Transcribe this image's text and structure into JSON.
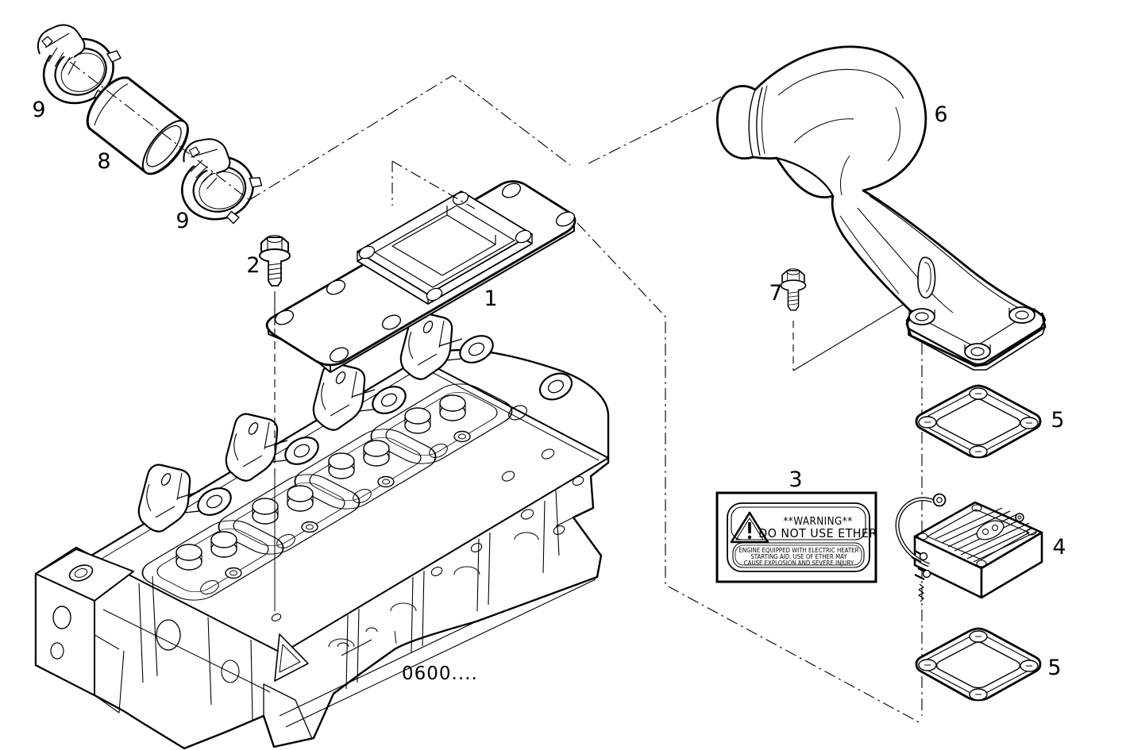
{
  "figure": {
    "drawing_ref": "0600....",
    "colors": {
      "line": "#000000",
      "background": "#ffffff"
    },
    "callouts": [
      {
        "label": "9",
        "part": "hose-clamp-upper"
      },
      {
        "label": "8",
        "part": "hose-sleeve"
      },
      {
        "label": "9",
        "part": "hose-clamp-lower"
      },
      {
        "label": "2",
        "part": "cover-plate-bolt"
      },
      {
        "label": "1",
        "part": "intake-manifold-cover-plate"
      },
      {
        "label": "6",
        "part": "air-intake-pipe"
      },
      {
        "label": "7",
        "part": "intake-pipe-bolt"
      },
      {
        "label": "5",
        "part": "gasket-upper"
      },
      {
        "label": "3",
        "part": "warning-decal"
      },
      {
        "label": "4",
        "part": "grid-heater"
      },
      {
        "label": "5",
        "part": "gasket-lower"
      }
    ],
    "warning_decal": {
      "title_line_1": "**WARNING**",
      "title_line_2": "DO NOT USE ETHER",
      "body_line_1": "ENGINE EQUIPPED WITH ELECTRIC HEATER",
      "body_line_2": "STARTING AID. USE OF ETHER MAY",
      "body_line_3": "CAUSE EXPLOSION AND SEVERE INJURY"
    }
  }
}
